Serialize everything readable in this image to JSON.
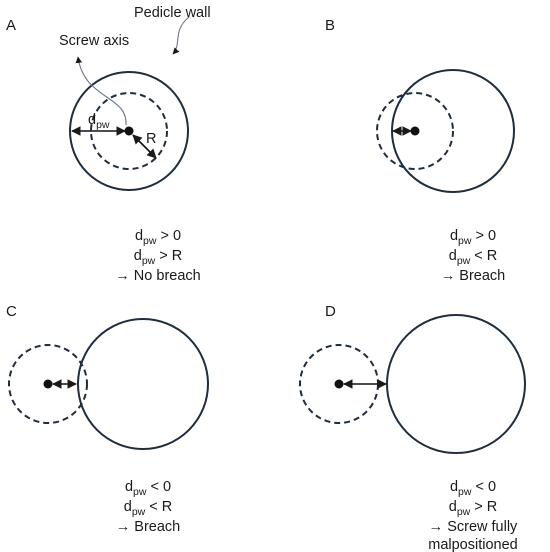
{
  "colors": {
    "outline": "#1f2d3d",
    "text": "#1a1a1a",
    "background": "#ffffff"
  },
  "labels": {
    "pedicle_wall": "Pedicle wall",
    "screw_axis": "Screw axis",
    "d_main": "d",
    "d_sub": "pw",
    "radius": "R"
  },
  "panels": [
    {
      "letter": "A",
      "lines": [
        {
          "main": "d",
          "sub": "pw",
          "rest": " > 0"
        },
        {
          "main": "d",
          "sub": "pw",
          "rest": " > R"
        },
        {
          "arrow": "→",
          "rest": " No breach"
        }
      ]
    },
    {
      "letter": "B",
      "lines": [
        {
          "main": "d",
          "sub": "pw",
          "rest": " > 0"
        },
        {
          "main": "d",
          "sub": "pw",
          "rest": " < R"
        },
        {
          "arrow": "→",
          "rest": " Breach"
        }
      ]
    },
    {
      "letter": "C",
      "lines": [
        {
          "main": "d",
          "sub": "pw",
          "rest": " < 0"
        },
        {
          "main": "d",
          "sub": "pw",
          "rest": " < R"
        },
        {
          "arrow": "→",
          "rest": " Breach"
        }
      ]
    },
    {
      "letter": "D",
      "lines": [
        {
          "main": "d",
          "sub": "pw",
          "rest": " < 0"
        },
        {
          "main": "d",
          "sub": "pw",
          "rest": " > R"
        },
        {
          "arrow": "→",
          "rest": " Screw fully"
        },
        {
          "rest": "malpositioned"
        }
      ]
    }
  ]
}
